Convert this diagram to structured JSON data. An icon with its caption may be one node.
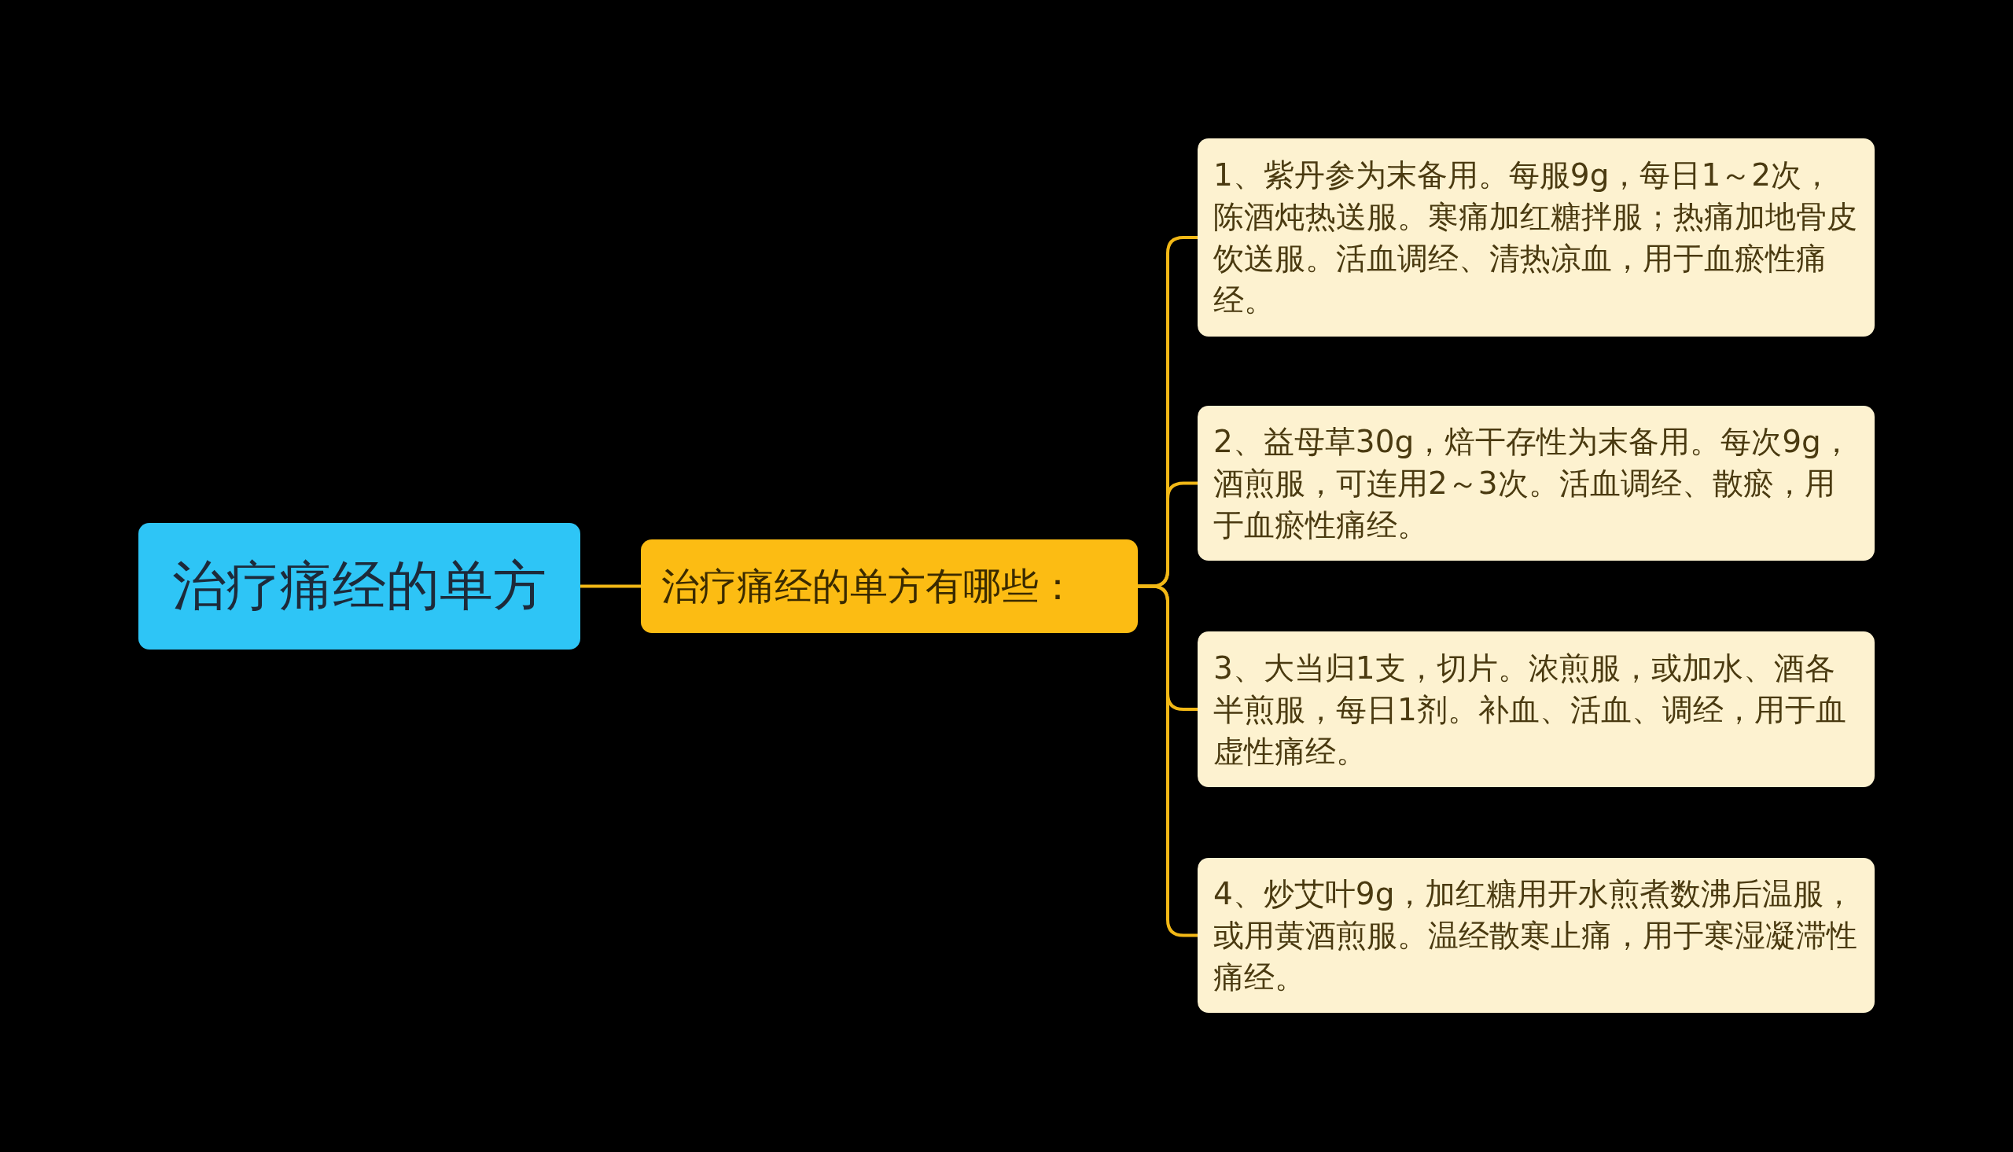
{
  "diagram": {
    "nodes": [
      {
        "text": [
          "治疗痛经的单方"
        ]
      },
      {
        "text": [
          "治疗痛经的单方有哪些："
        ]
      },
      {
        "text": [
          "1、紫丹参为末备用。每服9g，每日1～2次，陈酒炖热送服。寒痛加红糖拌服；热痛加地骨皮饮送服。活血调经、清热凉血，用于血瘀性痛经。"
        ]
      },
      {
        "text": [
          "2、益母草30g，焙干存性为末备用。每次9g，酒煎服，可连用2～3次。活血调经、散瘀，用于血瘀性痛经。"
        ]
      },
      {
        "text": [
          "3、大当归1支，切片。浓煎服，或加水、酒各半煎服，每日1剂。补血、活血、调经，用于血虚性痛经。"
        ]
      },
      {
        "text": [
          "4、炒艾叶9g，加红糖用开水煎煮数沸后温服，或用黄酒煎服。温经散寒止痛，用于寒湿凝滞性痛经。"
        ]
      }
    ],
    "edges": [
      {
        "from": 0,
        "to": 1,
        "arrow": "none"
      },
      {
        "from": 1,
        "to": 2,
        "arrow": "none"
      },
      {
        "from": 1,
        "to": 3,
        "arrow": "none"
      },
      {
        "from": 1,
        "to": 4,
        "arrow": "none"
      },
      {
        "from": 1,
        "to": 5,
        "arrow": "none"
      }
    ]
  }
}
